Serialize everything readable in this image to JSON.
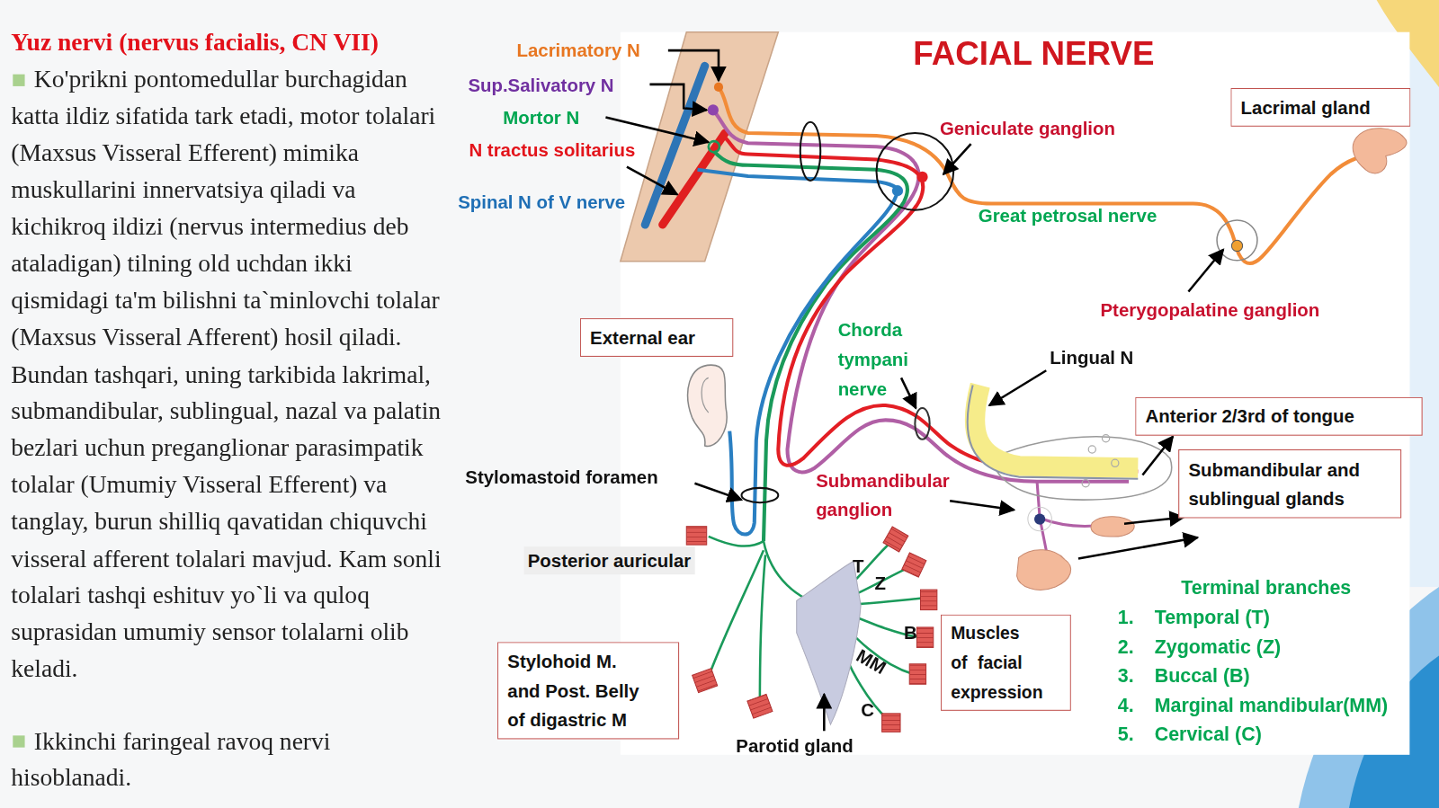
{
  "diagram": {
    "title": "Yuz nervi (nervus facialis, CN VII)",
    "nodes": [
      {
        "text": [
          "Lacrimal gland"
        ]
      },
      {
        "text": [
          "External ear"
        ]
      },
      {
        "text": [
          "Anterior 2/3rd of tongue"
        ]
      },
      {
        "text": [
          "Submandibular and sublingual glands"
        ]
      },
      {
        "text": [
          "Stylohoid M. and Post. Belly of digastric M"
        ]
      },
      {
        "text": [
          "Muscles of facial expression"
        ]
      }
    ],
    "labels": [
      "Ko'prikni pontomedullar burchagidan katta ildiz sifatida tark etadi, motor tolalari (Maxsus Visseral Efferent) mimika muskullarini innervatsiya qiladi va kichikroq ildizi (nervus intermedius deb ataladigan) tilning old uchdan ikki qismidagi ta'm bilishni ta`minlovchi tolalar (Maxsus Visseral Afferent) hosil qiladi. Bundan tashqari, uning tarkibida lakrimal, submandibular, sublingual, nazal va palatin bezlari uchun preganglionar parasimpatik tolalar (Umumiy Visseral Efferent) va tanglay, burun shilliq qavatidan chiquvchi visseral afferent tolalari mavjud. Kam sonli tolalari tashqi eshituv yo`li va quloq suprasidan umumiy sensor tolalarni olib keladi.",
      "Ikkinchi faringeal ravoq nervi hisoblanadi.",
      "FACIAL NERVE",
      "Lacrimatory N",
      "Sup.Salivatory N",
      "Mortor N",
      "N tractus solitarius",
      "Spinal N of V nerve",
      "Geniculate ganglion",
      "Great petrosal nerve",
      "Pterygopalatine ganglion",
      "Chorda tympani nerve",
      "Lingual N",
      "Submandibular ganglion",
      "Stylomastoid foramen",
      "Posterior auricular",
      "T",
      "Z",
      "B",
      "MM",
      "C",
      "Parotid gland",
      "Terminal branches",
      "1.",
      "Temporal (T)",
      "2.",
      "Zygomatic (Z)",
      "3.",
      "Buccal (B)",
      "4.",
      "Marginal mandibular(MM)",
      "5.",
      "Cervical (C)"
    ]
  }
}
